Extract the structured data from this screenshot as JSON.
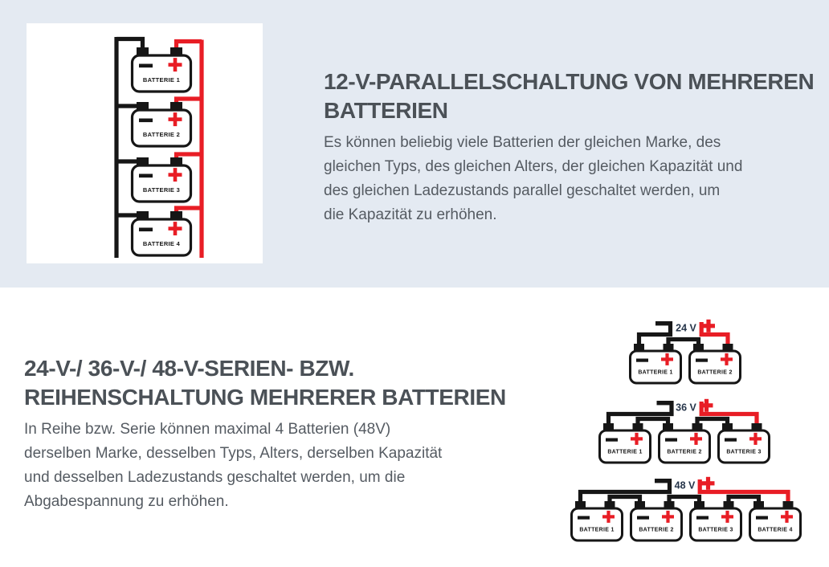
{
  "colors": {
    "hero_background": "#e4eaf2",
    "card_background": "#ffffff",
    "heading_text": "#4b5157",
    "body_text": "#555b62",
    "wire_black": "#161616",
    "wire_red": "#e81d25",
    "voltage_label": "#26354a"
  },
  "sections": {
    "parallel": {
      "heading_lines": [
        "12-V-PARALLELSCHALTUNG VON MEHREREN",
        "BATTERIEN"
      ],
      "body_lines": [
        "Es können beliebig viele Batterien der gleichen Marke, des",
        "gleichen Typs, des gleichen Alters, der gleichen Kapazität und",
        "des gleichen Ladezustands parallel geschaltet werden, um",
        "die Kapazität zu erhöhen."
      ],
      "diagram": {
        "type": "parallel-wiring",
        "battery_labels": [
          "BATTERIE 1",
          "BATTERIE 2",
          "BATTERIE 3",
          "BATTERIE 4"
        ]
      }
    },
    "series": {
      "heading_lines": [
        "24-V-/ 36-V-/ 48-V-SERIEN- BZW.",
        "REIHENSCHALTUNG MEHRERER BATTERIEN"
      ],
      "body_lines": [
        "In Reihe bzw. Serie können maximal 4 Batterien (48V)",
        "derselben Marke, desselben Typs, Alters, derselben Kapazität",
        "und desselben Ladezustands geschaltet werden, um die",
        "Abgabespannung zu erhöhen."
      ],
      "diagrams": [
        {
          "voltage": "24 V",
          "battery_labels": [
            "BATTERIE 1",
            "BATTERIE 2"
          ]
        },
        {
          "voltage": "36 V",
          "battery_labels": [
            "BATTERIE 1",
            "BATTERIE 2",
            "BATTERIE 3"
          ]
        },
        {
          "voltage": "48 V",
          "battery_labels": [
            "BATTERIE 1",
            "BATTERIE 2",
            "BATTERIE 3",
            "BATTERIE 4"
          ]
        }
      ]
    }
  }
}
